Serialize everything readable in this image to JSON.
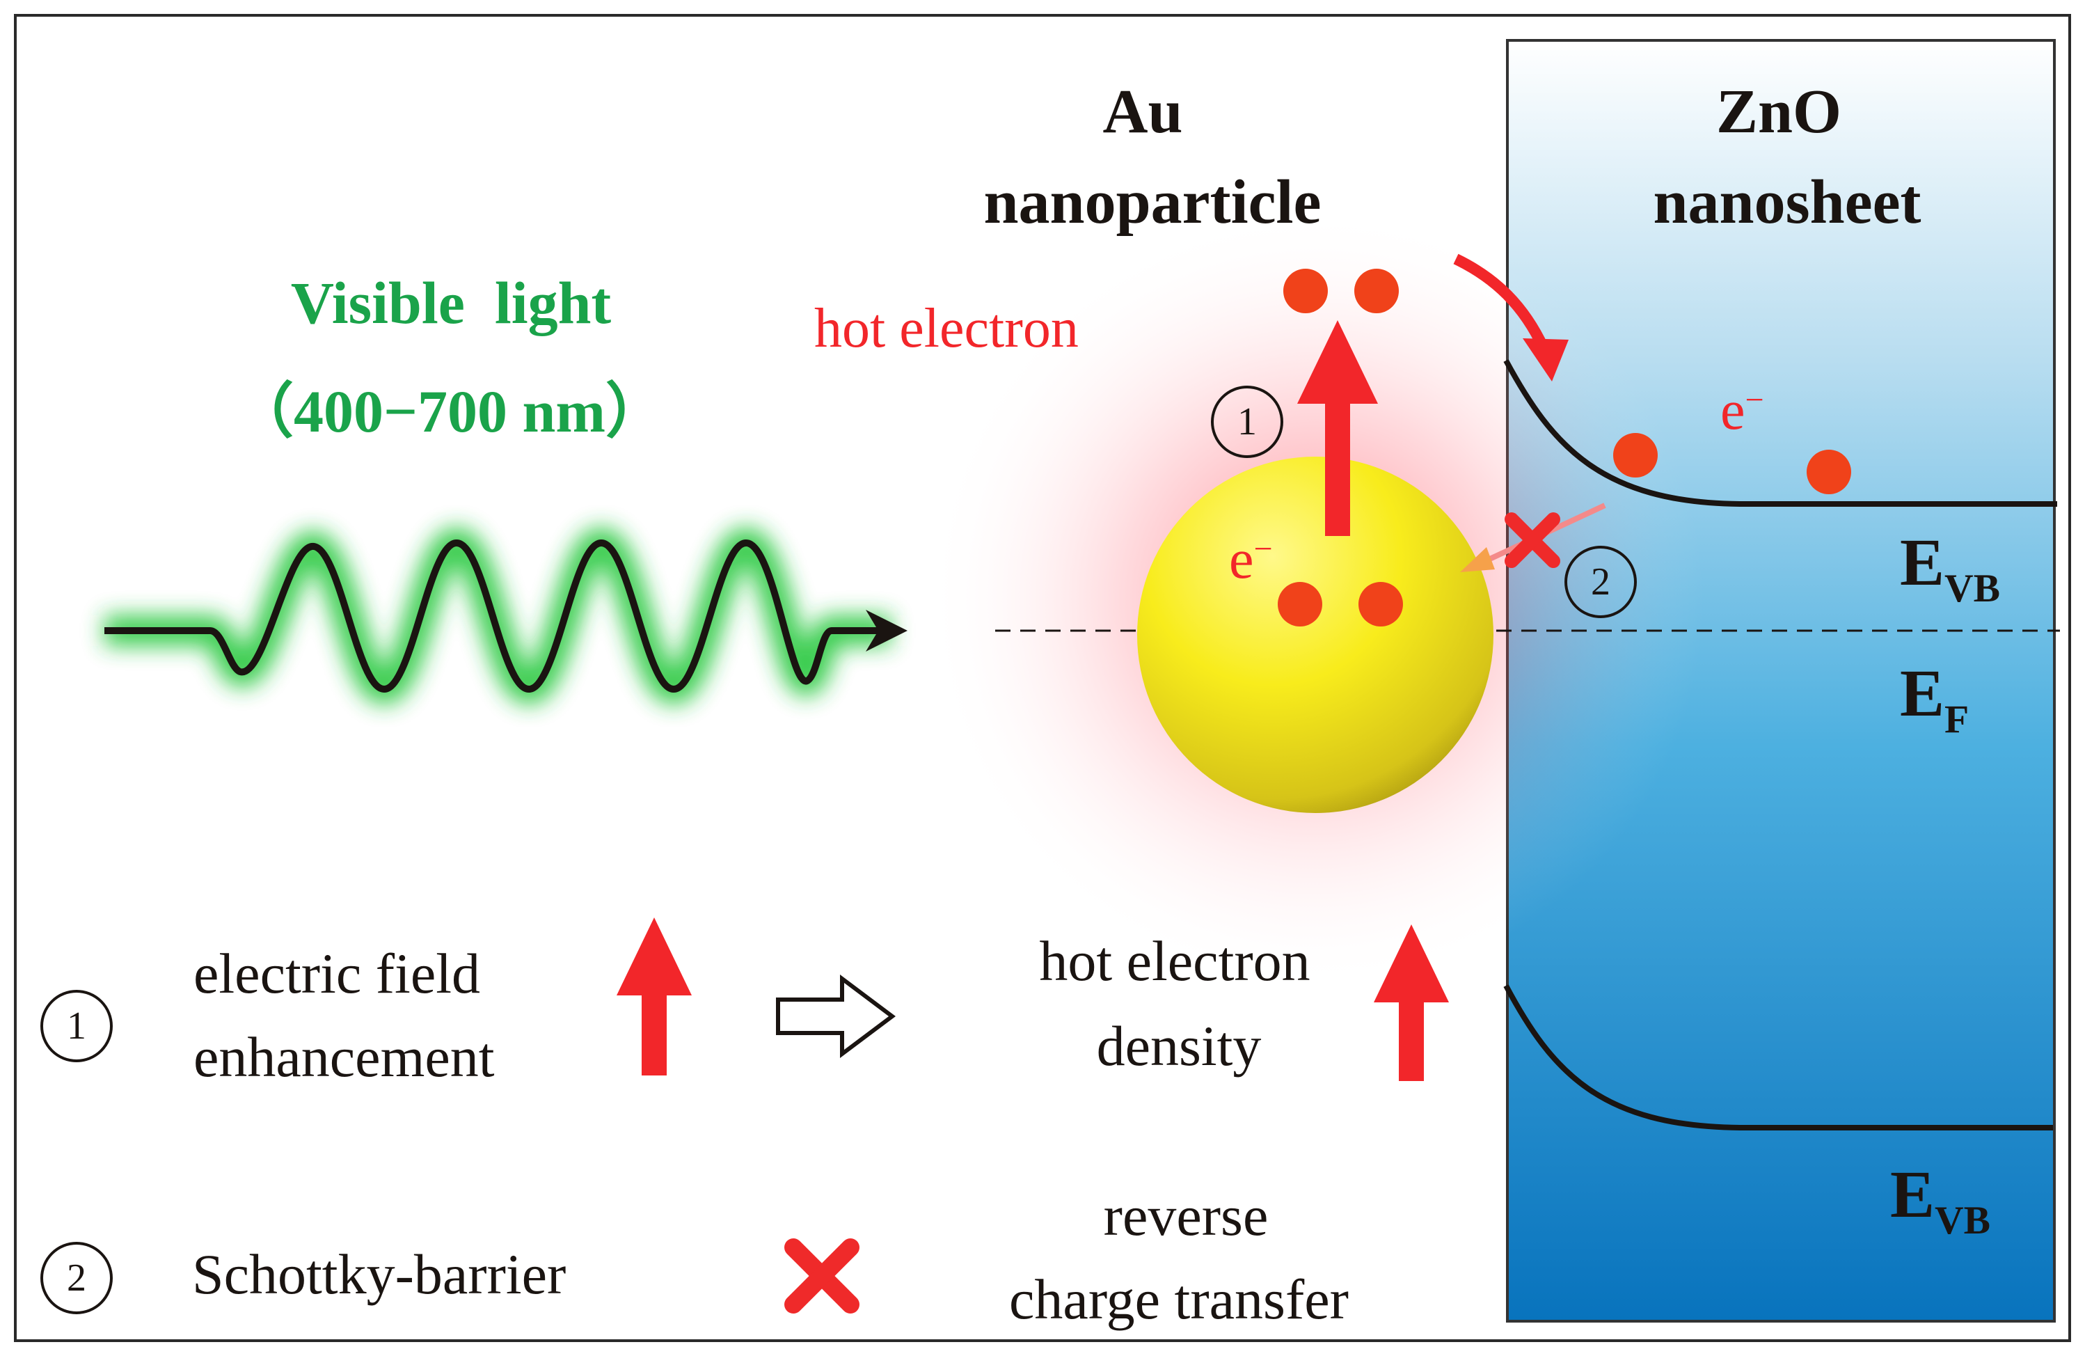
{
  "colors": {
    "frame": "#2a2a2a",
    "text_dark": "#1a1411",
    "light_green": "#1aa34a",
    "hot_electron_red": "#f2262a",
    "electron_orange": "#f0421a",
    "gold": "#f6e80f",
    "zno_blue": "#0a7fc4"
  },
  "labels": {
    "au_title_line1": "Au",
    "au_title_line2": "nanoparticle",
    "zno_title_line1": "ZnO",
    "zno_title_line2": "nanosheet",
    "visible_light": "Visible  light",
    "wavelength_range": "（400−700 nm）",
    "hot_electron": "hot electron",
    "electron_symbol": "e",
    "electron_charge": "−",
    "step_1": "1",
    "step_2": "2",
    "energy_symbol": "E",
    "vb_subscript": "VB",
    "fermi_subscript": "F"
  },
  "legend": {
    "item_1_number": "1",
    "item_1_line1": "electric field",
    "item_1_line2": "enhancement",
    "item_1_result_line1": "hot electron",
    "item_1_result_line2": "density",
    "item_2_number": "2",
    "item_2_label": "Schottky-barrier",
    "item_2_result_line1": "reverse",
    "item_2_result_line2": "charge transfer"
  },
  "icons": {
    "up_arrow": "red-up-arrow-icon",
    "implies_arrow": "hollow-right-arrow-icon",
    "blocked": "red-cross-icon",
    "wave": "light-wave-icon"
  }
}
